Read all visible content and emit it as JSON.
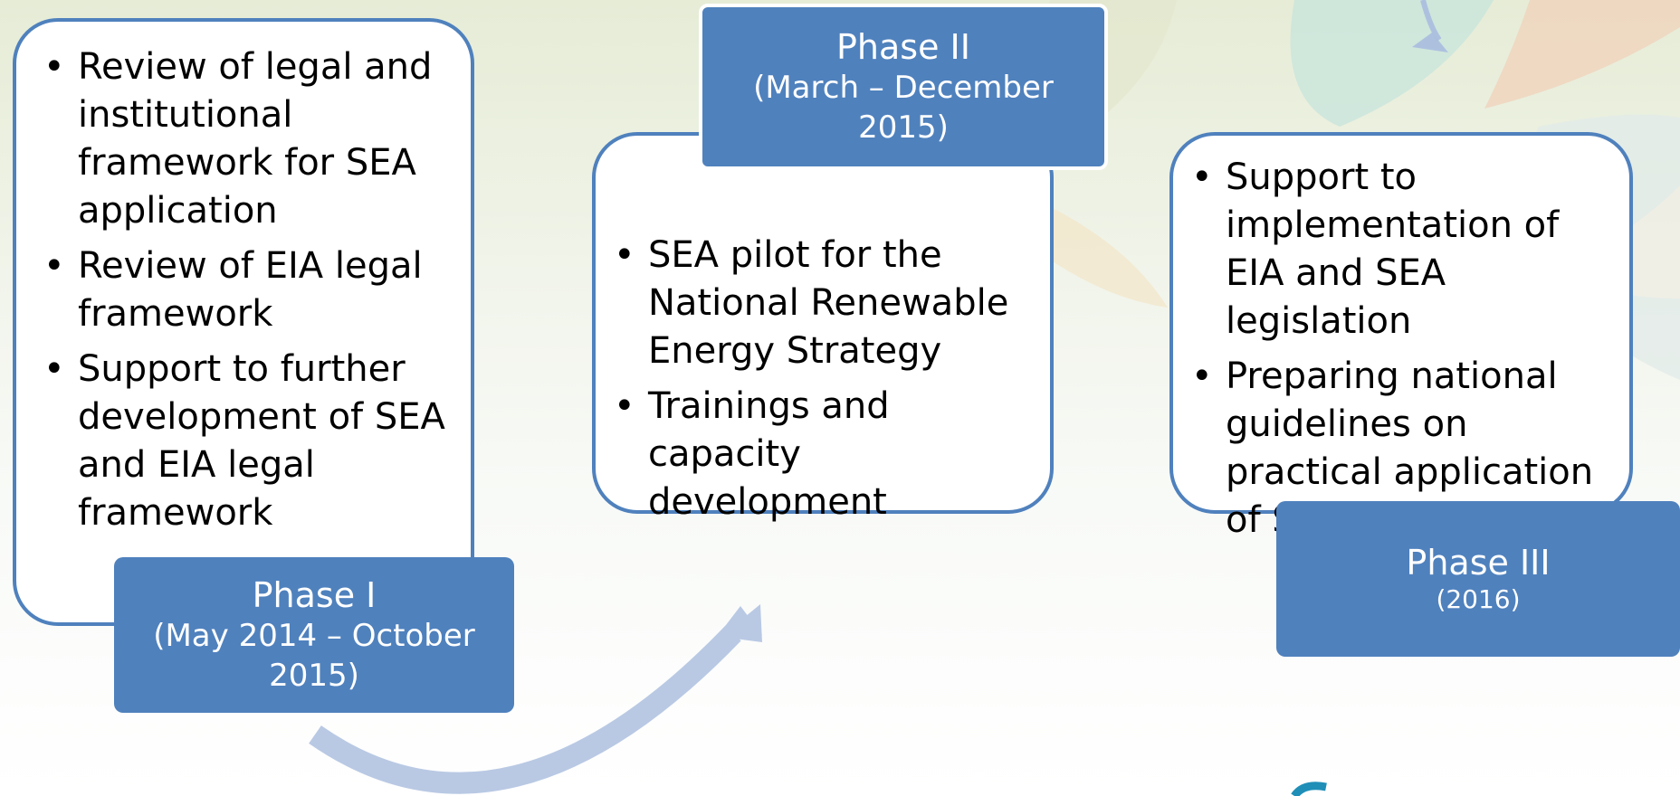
{
  "phases": [
    {
      "title": "Phase I",
      "dates": "(May 2014 – October 2015)",
      "items": [
        "Review of legal and institutional framework for SEA application",
        "Review of EIA legal framework",
        "Support to further development of SEA and EIA legal framework"
      ]
    },
    {
      "title": "Phase II",
      "dates": "(March – December 2015)",
      "items": [
        "SEA pilot for the National Renewable Energy Strategy",
        "Trainings and capacity development"
      ]
    },
    {
      "title": "Phase III",
      "dates": "(2016)",
      "items": [
        "Support to implementation of EIA and SEA legislation",
        " Preparing national guidelines on practical application of SEA"
      ]
    }
  ],
  "colors": {
    "box_fill": "#4f81bd",
    "box_border": "#4f81bd",
    "arrow": "#b9c9e4"
  }
}
